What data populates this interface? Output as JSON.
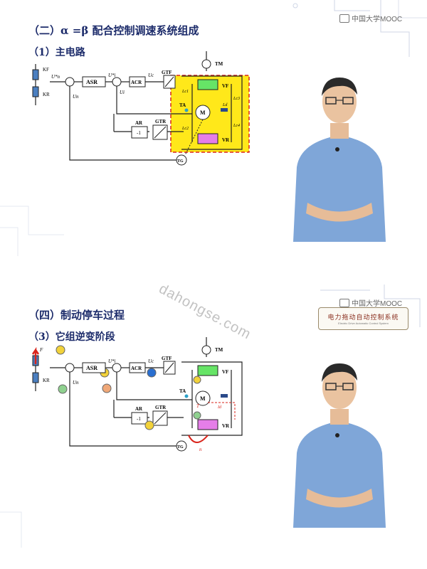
{
  "watermark": "dahongse.com",
  "slide1": {
    "heading": "（二）α =β 配合控制调速系统组成",
    "subheading": "（1）主电路",
    "logo": "中国大学MOOC"
  },
  "slide2": {
    "heading": "（四）制动停车过程",
    "subheading": "（3）它组逆变阶段",
    "logo": "中国大学MOOC",
    "badge_title": "电力拖动自动控制系统",
    "badge_sub": "Electric Drive Automatic Control System"
  },
  "circuit": {
    "asr": "ASR",
    "acr": "ACR",
    "gtf": "GTF",
    "gtr": "GTR",
    "ar": "AR",
    "minus_one": "-1",
    "tm": "TM",
    "tg": "TG",
    "motor": "M",
    "ta": "TA",
    "vf": "VF",
    "vr": "VR",
    "kf": "KF",
    "kr": "KR",
    "f": "F",
    "un_star": "U*n",
    "ui_star": "U*i",
    "uc": "Uc",
    "un": "Un",
    "ui": "Ui",
    "lc1": "Lc1",
    "lc2": "Lc2",
    "lc3": "Lc3",
    "lc4": "Lc4",
    "ld": "Ld",
    "id": "Id",
    "t": "T",
    "n": "n",
    "plus": "+",
    "minus": "-"
  },
  "colors": {
    "heading": "#1d2c6b",
    "box_fill": "#ffffff",
    "highlight_yellow": "#ffe81a",
    "dash_red": "#d9241b",
    "vf_green": "#66e466",
    "vr_magenta": "#e57ee8",
    "wire": "#222222",
    "shirt": "#7fa6d8"
  },
  "icons": {
    "circuit_diagram": "circuit-diagram-icon",
    "presenter": "presenter-icon",
    "mooc_logo": "mooc-logo-icon"
  }
}
